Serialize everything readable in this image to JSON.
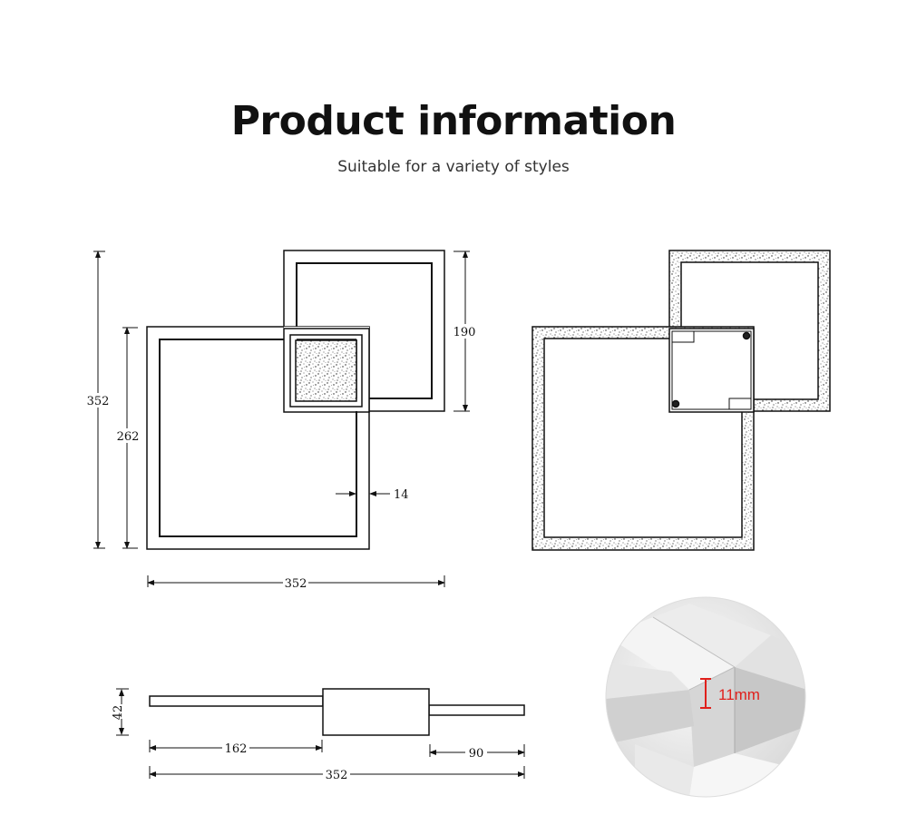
{
  "header": {
    "title": "Product information",
    "subtitle": "Suitable for a variety of styles"
  },
  "front_view": {
    "dim_total_height": "352",
    "dim_square_height": "262",
    "dim_top_square": "190",
    "dim_frame_width": "14",
    "dim_total_width": "352"
  },
  "side_view": {
    "dim_height": "42",
    "dim_left": "162",
    "dim_right": "90",
    "dim_total": "352"
  },
  "detail_photo": {
    "thickness_label": "11mm",
    "accent_color": "#e0201c"
  }
}
